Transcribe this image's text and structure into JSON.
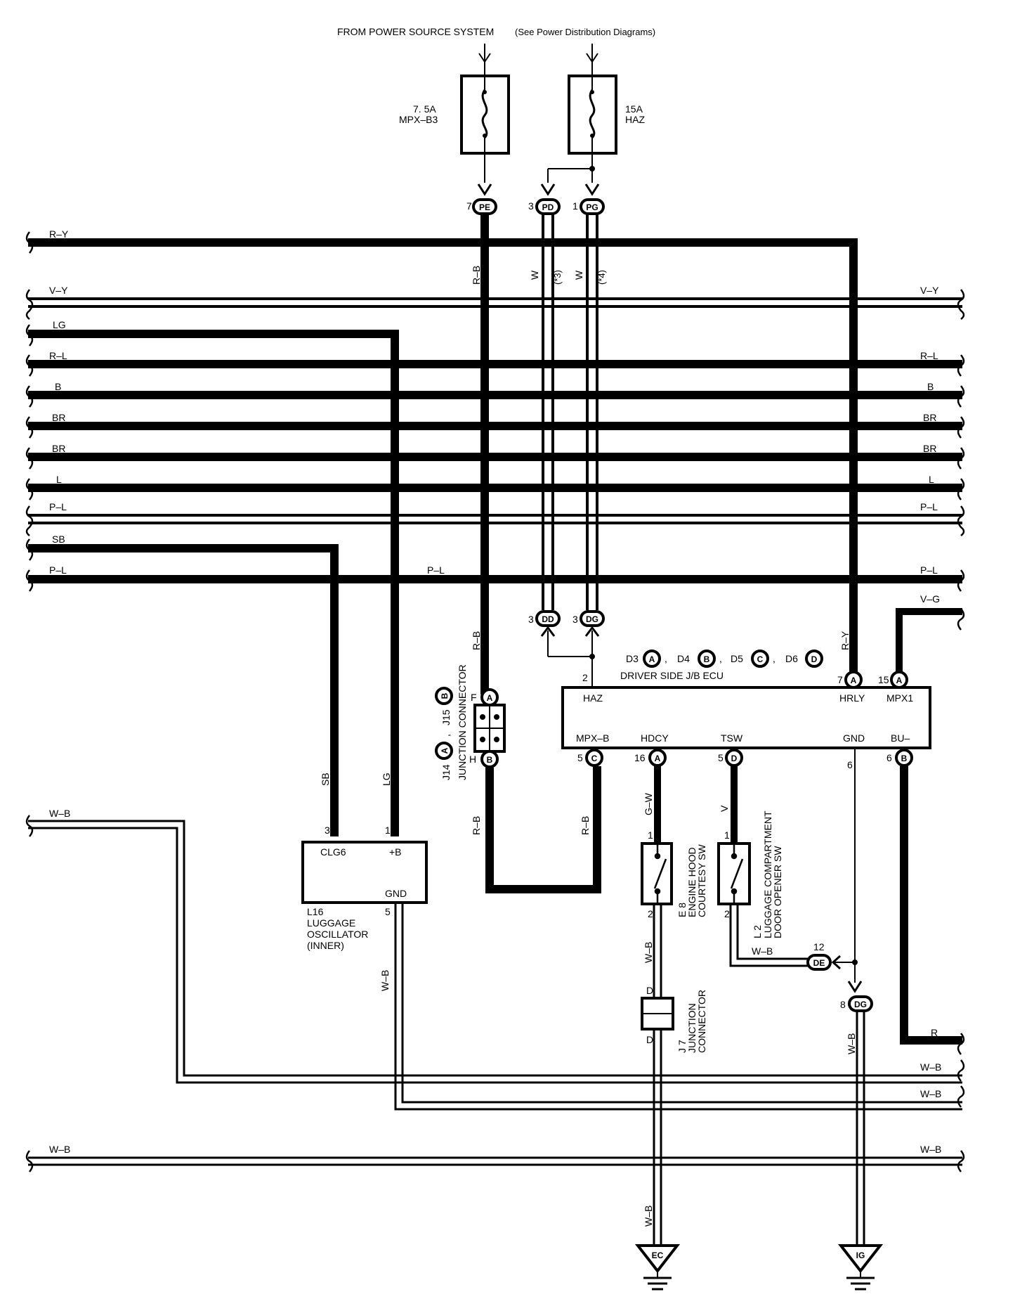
{
  "header": {
    "source_label": "FROM POWER SOURCE SYSTEM",
    "source_note": "(See Power Distribution Diagrams)"
  },
  "fuses": [
    {
      "rating": "7. 5A",
      "name": "MPX–B3"
    },
    {
      "rating": "15A",
      "name": "HAZ"
    }
  ],
  "top_connectors": [
    {
      "pin": "7",
      "code": "PE"
    },
    {
      "pin": "3",
      "code": "PD"
    },
    {
      "pin": "1",
      "code": "PG"
    }
  ],
  "bottom_connectors": [
    {
      "pin": "3",
      "code": "DD"
    },
    {
      "pin": "3",
      "code": "DG"
    }
  ],
  "wire_notes": {
    "pd": "(*3)",
    "pg": "(*4)"
  },
  "bus_wires": {
    "left": [
      "R–Y",
      "V–Y",
      "LG",
      "R–L",
      "B",
      "BR",
      "BR",
      "L",
      "P–L",
      "SB",
      "P–L",
      "W–B",
      "W–B"
    ],
    "right": [
      "V–Y",
      "R–L",
      "B",
      "BR",
      "BR",
      "L",
      "P–L",
      "P–L",
      "V–G",
      "R",
      "W–B",
      "W–B",
      "W–B"
    ],
    "middle": "P–L"
  },
  "vertical_wires": {
    "r_b": "R–B",
    "w": "W",
    "lg": "LG",
    "sb": "SB",
    "r_y": "R–Y",
    "g_w": "G–W",
    "v": "V",
    "w_b": "W–B"
  },
  "ecu": {
    "title": "DRIVER SIDE J/B ECU",
    "connectors": [
      {
        "pin": "D3",
        "code": "A"
      },
      {
        "pin": "D4",
        "code": "B"
      },
      {
        "pin": "D5",
        "code": "C"
      },
      {
        "pin": "D6",
        "code": "D"
      }
    ],
    "terminals_top": [
      {
        "pin": "2",
        "code": "",
        "name": "HAZ"
      },
      {
        "pin": "7",
        "code": "A",
        "name": "HRLY"
      },
      {
        "pin": "15",
        "code": "A",
        "name": "MPX1"
      }
    ],
    "terminals_bottom": [
      {
        "pin": "5",
        "code": "C",
        "name": "MPX–B"
      },
      {
        "pin": "16",
        "code": "A",
        "name": "HDCY"
      },
      {
        "pin": "5",
        "code": "D",
        "name": "TSW"
      },
      {
        "pin": "6",
        "code": "",
        "name": "GND"
      },
      {
        "pin": "6",
        "code": "B",
        "name": "BU–"
      }
    ]
  },
  "junction_connector": {
    "ref_a": "J14",
    "code_a": "A",
    "ref_b": "J15",
    "code_b": "B",
    "name": "JUNCTION CONNECTOR",
    "pin_f": "F",
    "code_f": "A",
    "pin_h": "H",
    "code_h": "B"
  },
  "oscillator": {
    "ref": "L16",
    "name": "LUGGAGE OSCILLATOR (INNER)",
    "name_lines": [
      "LUGGAGE",
      "OSCILLATOR",
      "(INNER)"
    ],
    "pins": {
      "clg6": "3",
      "plus_b": "1",
      "gnd": "5"
    },
    "terminals": {
      "clg6": "CLG6",
      "plus_b": "+B",
      "gnd": "GND"
    }
  },
  "hood_sw": {
    "ref": "E 8",
    "name": "ENGINE HOOD COURTESY SW",
    "name_lines": [
      "ENGINE HOOD",
      "COURTESY SW"
    ],
    "pin1": "1",
    "pin2": "2"
  },
  "luggage_sw": {
    "ref": "L 2",
    "name": "LUGGAGE COMPARTMENT DOOR OPENER SW",
    "name_lines": [
      "LUGGAGE COMPARTMENT",
      "DOOR OPENER SW"
    ],
    "pin1": "1",
    "pin2": "2"
  },
  "j7": {
    "ref": "J 7",
    "name": "JUNCTION CONNECTOR",
    "name_lines": [
      "JUNCTION",
      "CONNECTOR"
    ],
    "pin_top": "D",
    "pin_bottom": "D"
  },
  "de_connector": {
    "pin": "12",
    "code": "DE"
  },
  "dg_lower_connector": {
    "pin": "8",
    "code": "DG"
  },
  "grounds": [
    {
      "code": "EC"
    },
    {
      "code": "IG"
    }
  ]
}
